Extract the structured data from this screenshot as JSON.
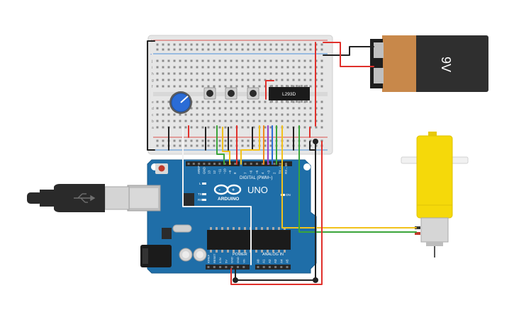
{
  "battery": {
    "label": "9V",
    "body_color": "#2f2f2f",
    "cap_color": "#c8884a"
  },
  "chip": {
    "label": "L293D"
  },
  "arduino": {
    "brand": "ARDUINO",
    "model": "UNO",
    "digital_label": "DIGITAL (PWM~)",
    "power_label": "POWER",
    "analog_label": "ANALOG IN",
    "on_label": "ON",
    "led_l": "L",
    "led_tx": "TX",
    "led_rx": "RX",
    "top_pins": [
      "AREF",
      "GND",
      "13",
      "12",
      "~11",
      "~10",
      "~9",
      "8",
      "7",
      "~6",
      "~5",
      "4",
      "~3",
      "2",
      "TX→1",
      "RX←0"
    ],
    "power_pins": [
      "IOREF",
      "RESET",
      "3.3V",
      "5V",
      "GND",
      "GND",
      "Vin"
    ],
    "analog_pins": [
      "A0",
      "A1",
      "A2",
      "A3",
      "A4",
      "A5"
    ],
    "board_color": "#1f6ea8"
  },
  "breadboard": {
    "row_letters_top": [
      "j",
      "i",
      "h",
      "g",
      "f"
    ],
    "row_letters_bottom": [
      "e",
      "d",
      "c",
      "b",
      "a"
    ],
    "rail_plus": "+",
    "rail_minus": "-"
  },
  "wire_colors": {
    "red": "#e0302b",
    "black": "#222222",
    "green": "#3aa53a",
    "yellow": "#f2c21b",
    "blue": "#2b6cd6",
    "purple": "#9b3fc4",
    "orange": "#f08a1c",
    "white": "#f4f4f4"
  },
  "motor": {
    "body_color": "#f5d90a"
  },
  "usb": {
    "cable_color": "#2a2a2a"
  }
}
